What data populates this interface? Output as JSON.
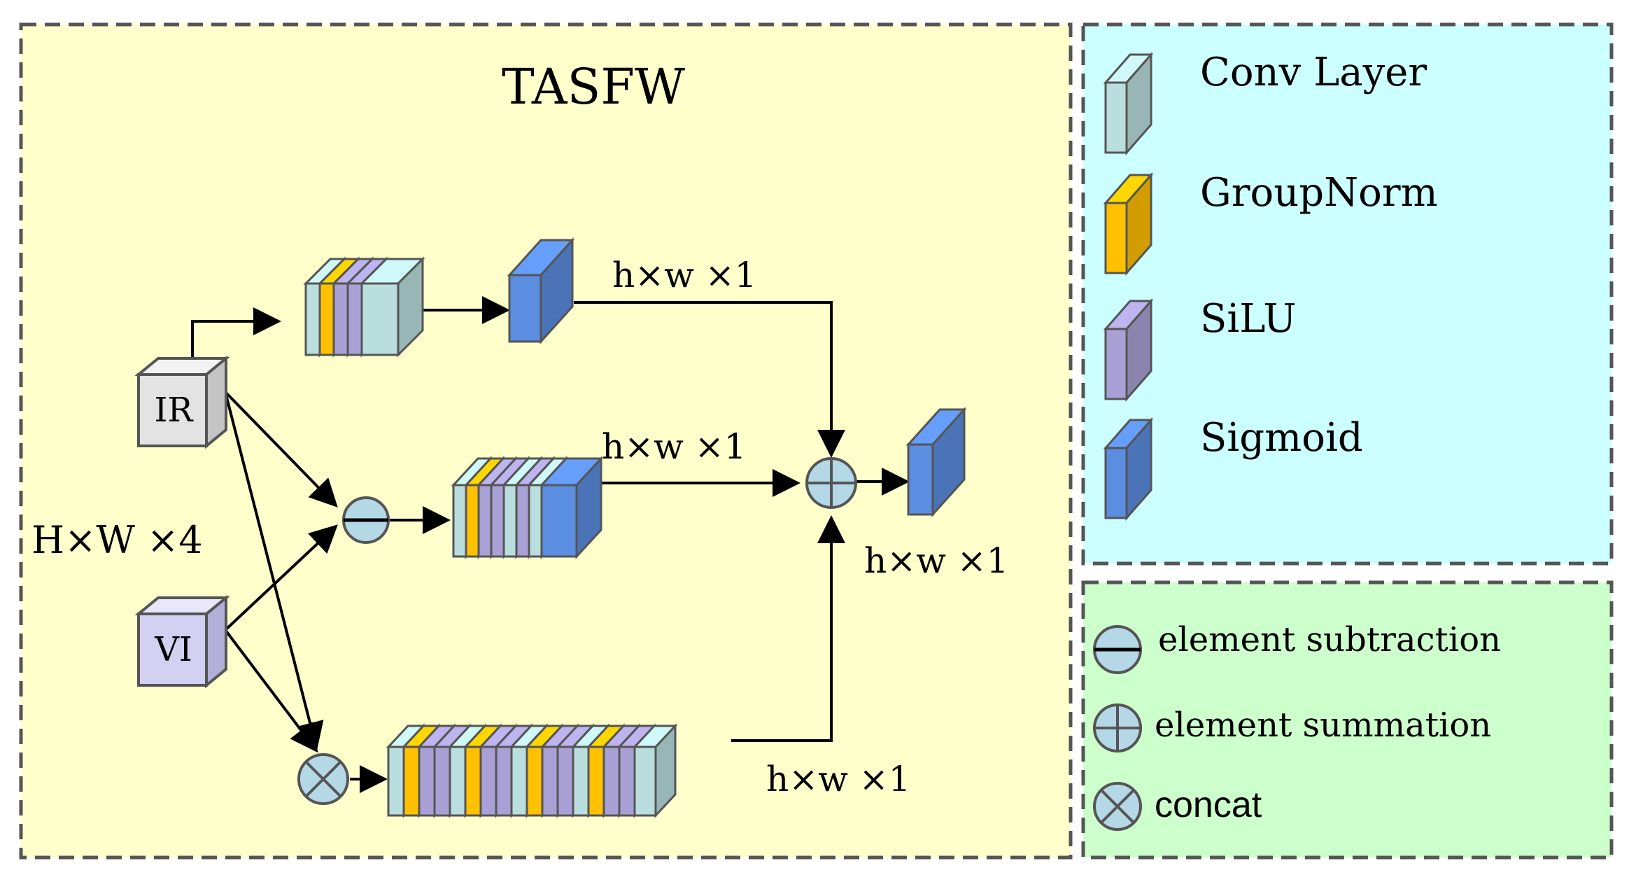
{
  "title": "TASFW",
  "inputs": {
    "ir": "IR",
    "vi": "VI",
    "input_size": "H×W ×4"
  },
  "sizes": {
    "top": "h×w ×1",
    "middle": "h×w ×1",
    "bottom": "h×w ×1",
    "output": "h×w ×1"
  },
  "legend_layers": [
    {
      "label": "Conv Layer",
      "icon": "conv-layer-block"
    },
    {
      "label": "GroupNorm",
      "icon": "groupnorm-block"
    },
    {
      "label": "SiLU",
      "icon": "silu-block"
    },
    {
      "label": "Sigmoid",
      "icon": "sigmoid-block"
    }
  ],
  "legend_ops": [
    {
      "label": "element subtraction",
      "icon": "subtraction-icon"
    },
    {
      "label": "element summation",
      "icon": "summation-icon"
    },
    {
      "label": "concat",
      "icon": "concat-icon"
    }
  ],
  "colors": {
    "main_panel": "#ffffcc",
    "layer_legend_panel": "#ccffff",
    "op_legend_panel": "#ccffcc",
    "conv": "#b9dedd",
    "groupnorm": "#ffc000",
    "silu": "#a9a1d6",
    "sigmoid": "#5b8de0",
    "input_box": "#e3e3e3",
    "vi_box": "#d3d0f2",
    "operator": "#b5d8e6"
  }
}
